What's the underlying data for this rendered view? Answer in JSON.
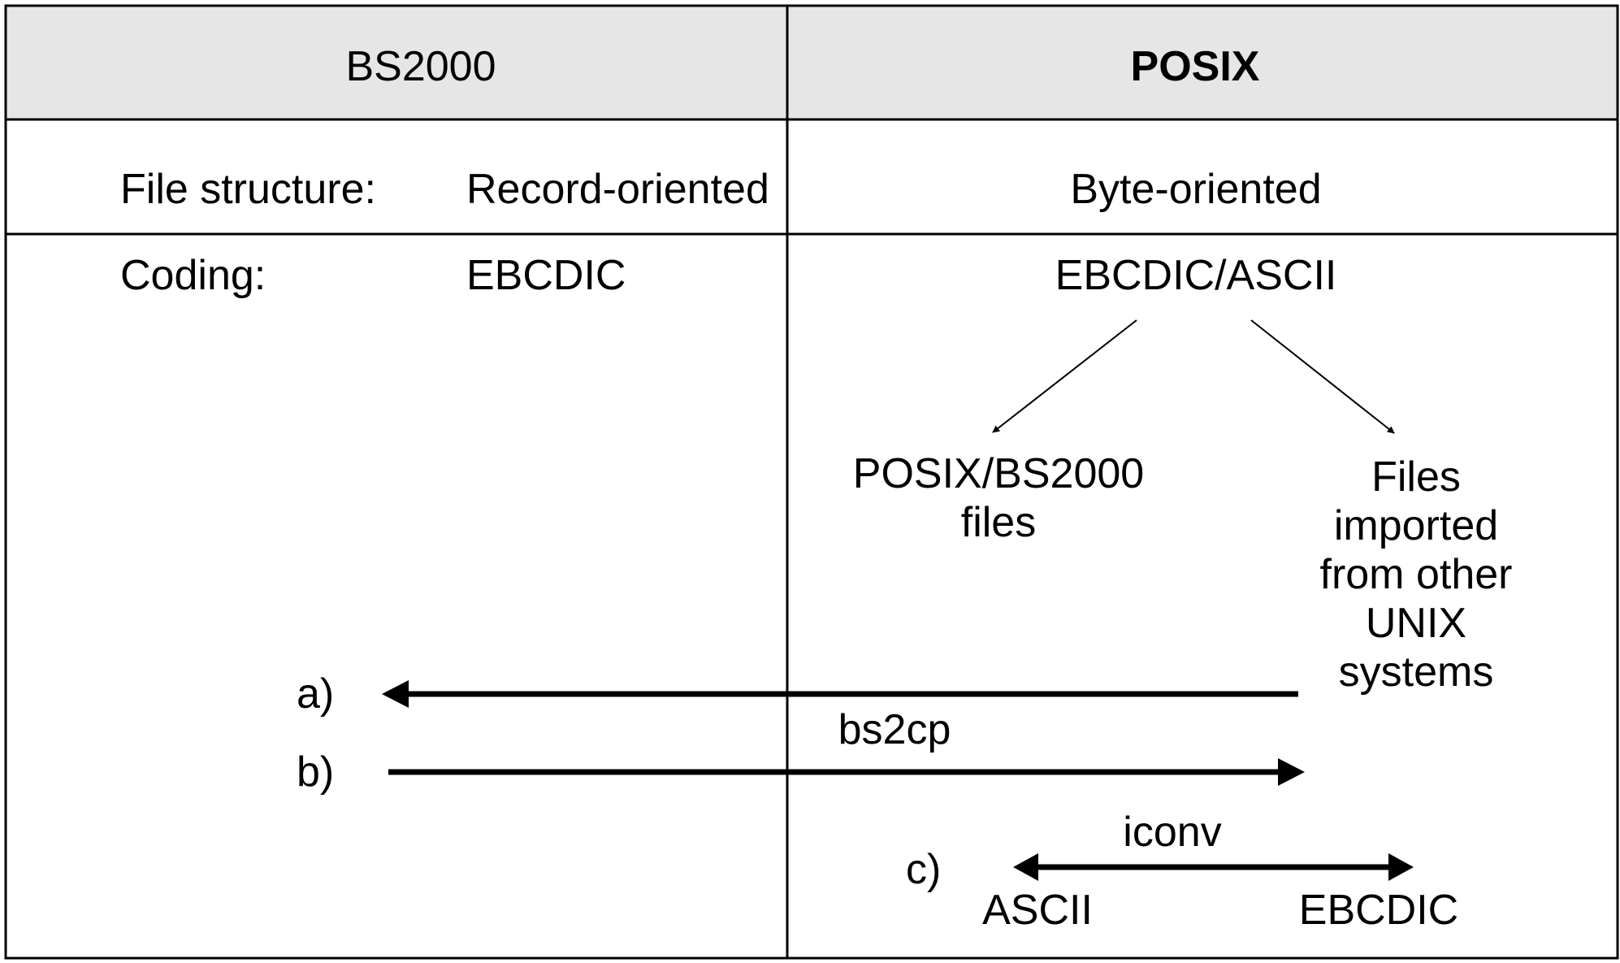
{
  "header": {
    "left_title": "BS2000",
    "right_title": "POSIX"
  },
  "rows": {
    "file_structure": {
      "label": "File structure:",
      "bs2000_value": "Record-oriented",
      "posix_value": "Byte-oriented"
    },
    "coding": {
      "label": "Coding:",
      "bs2000_value": "EBCDIC",
      "posix_value": "EBCDIC/ASCII"
    }
  },
  "branches": {
    "left": "POSIX/BS2000\nfiles",
    "right": "Files imported\nfrom other\nUNIX systems"
  },
  "conversions": {
    "a_label": "a)",
    "b_label": "b)",
    "bs2cp_label": "bs2cp",
    "c_label": "c)",
    "iconv_label": "iconv",
    "c_left": "ASCII",
    "c_right": "EBCDIC"
  },
  "colors": {
    "header_fill": "#e6e6e6",
    "line": "#000000",
    "text": "#000000"
  }
}
